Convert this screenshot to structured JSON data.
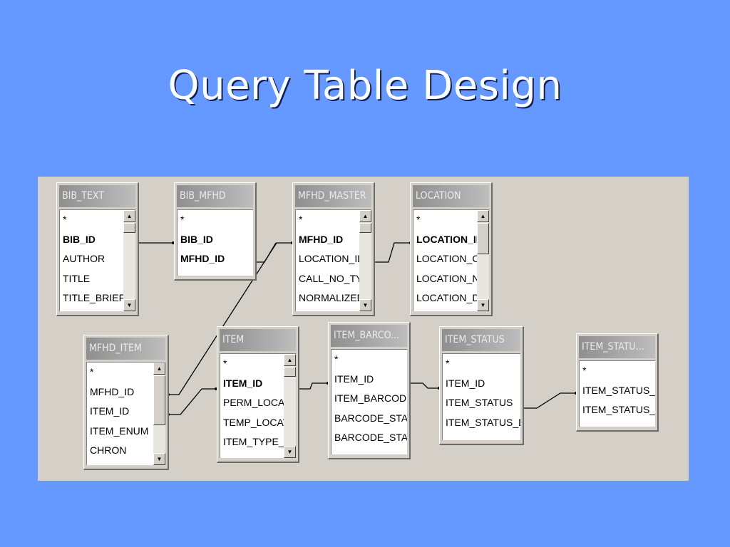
{
  "slide": {
    "title": "Query Table Design"
  },
  "tables": {
    "bib_text": {
      "title": "BIB_TEXT",
      "fields": [
        "*",
        "BIB_ID",
        "AUTHOR",
        "TITLE",
        "TITLE_BRIEF"
      ],
      "keys": [
        1
      ]
    },
    "bib_mfhd": {
      "title": "BIB_MFHD",
      "fields": [
        "*",
        "BIB_ID",
        "MFHD_ID"
      ],
      "keys": [
        1,
        2
      ]
    },
    "mfhd_master": {
      "title": "MFHD_MASTER",
      "fields": [
        "*",
        "MFHD_ID",
        "LOCATION_ID",
        "CALL_NO_TYPE",
        "NORMALIZED"
      ],
      "keys": [
        1
      ]
    },
    "location": {
      "title": "LOCATION",
      "fields": [
        "*",
        "LOCATION_ID",
        "LOCATION_CODE",
        "LOCATION_NAME",
        "LOCATION_DISPLAY"
      ],
      "keys": [
        1
      ]
    },
    "mfhd_item": {
      "title": "MFHD_ITEM",
      "fields": [
        "*",
        "MFHD_ID",
        "ITEM_ID",
        "ITEM_ENUM",
        "CHRON"
      ],
      "keys": []
    },
    "item": {
      "title": "ITEM",
      "fields": [
        "*",
        "ITEM_ID",
        "PERM_LOCATION",
        "TEMP_LOCATION",
        "ITEM_TYPE_ID"
      ],
      "keys": [
        1
      ]
    },
    "item_barcode": {
      "title": "ITEM_BARCO...",
      "fields": [
        "*",
        "ITEM_ID",
        "ITEM_BARCODE",
        "BARCODE_STATUS",
        "BARCODE_STATUS"
      ],
      "keys": []
    },
    "item_status": {
      "title": "ITEM_STATUS",
      "fields": [
        "*",
        "ITEM_ID",
        "ITEM_STATUS",
        "ITEM_STATUS_DATE"
      ],
      "keys": []
    },
    "item_status_type": {
      "title": "ITEM_STATU...",
      "fields": [
        "*",
        "ITEM_STATUS_TYPE",
        "ITEM_STATUS_DESC"
      ],
      "keys": []
    }
  },
  "icons": {
    "scroll_up": "scroll-up-arrow-icon",
    "scroll_down": "scroll-down-arrow-icon"
  }
}
